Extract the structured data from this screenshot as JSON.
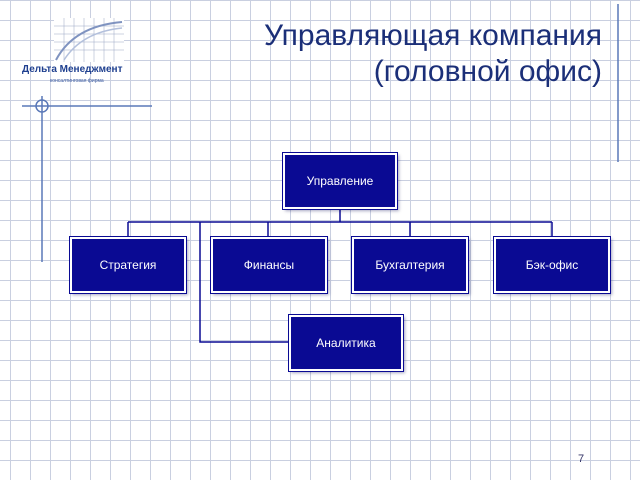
{
  "logo": {
    "name": "Дельта Менеджмент",
    "subtitle": "консалтинговая фирма"
  },
  "title": {
    "line1": "Управляющая компания",
    "line2": "(головной офис)"
  },
  "org_chart": {
    "root": "Управление",
    "children": [
      "Стратегия",
      "Финансы",
      "Бухгалтерия",
      "Бэк-офис"
    ],
    "sub_branch": "Аналитика"
  },
  "page_number": "7",
  "colors": {
    "box_fill": "#0a0a93",
    "title_text": "#1b2f78",
    "grid_line": "#c9cfe0",
    "connector": "#0a0a93"
  }
}
